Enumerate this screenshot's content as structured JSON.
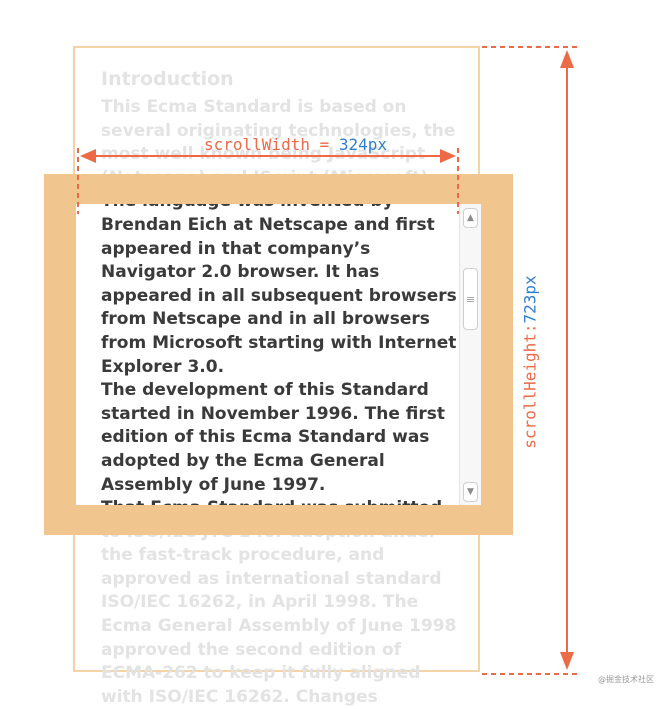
{
  "document": {
    "heading": "Introduction",
    "paragraphs": [
      "This Ecma Standard is based on several originating technologies, the most well known being JavaScript (Netscape) and JScript (Microsoft). The language was invented by Brendan Eich at Netscape and first appeared in that company’s Navigator 2.0 browser. It has appeared in all subsequent browsers from Netscape and in all browsers from Microsoft starting with Internet Explorer 3.0.",
      "The development of this Standard started in November 1996. The first edition of this Ecma Standard was adopted by the Ecma General Assembly of June 1997.",
      "That Ecma Standard was submitted to ISO/IEC JTC 1 for adoption under the fast-track procedure, and approved as international standard ISO/IEC 16262, in April 1998. The Ecma General Assembly of June 1998 approved the second edition of ECMA-262 to keep it fully aligned with ISO/IEC 16262. Changes"
    ]
  },
  "annotations": {
    "scroll_width": {
      "name": "scrollWidth",
      "separator": " = ",
      "value": "324px"
    },
    "scroll_height": {
      "name": "scrollHeight:",
      "value": "723px"
    }
  },
  "scrollbar": {
    "up_arrow": "▲",
    "down_arrow": "▼",
    "thumb_grip": "≡"
  },
  "watermark": "@掘金技术社区",
  "colors": {
    "accent": "#ec6a45",
    "value": "#2f7fd0",
    "band": "#f1c68e",
    "outline": "#f4d3a4"
  }
}
